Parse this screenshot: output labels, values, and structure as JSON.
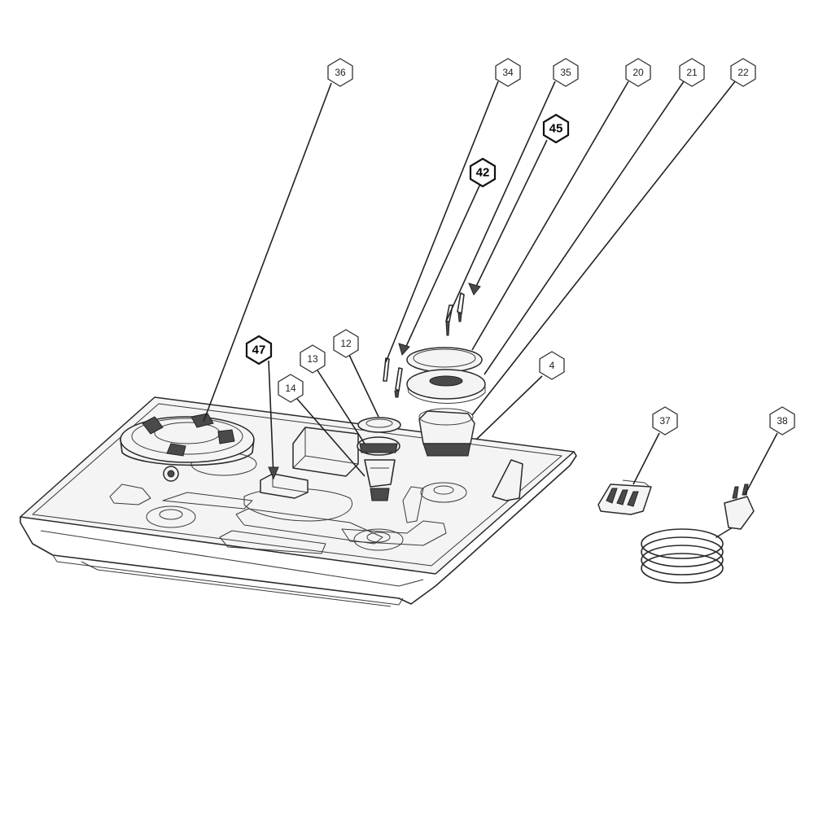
{
  "diagram": {
    "type": "exploded-parts-view",
    "callouts": [
      {
        "id": "c36",
        "label": "36",
        "style": "regular"
      },
      {
        "id": "c34",
        "label": "34",
        "style": "regular"
      },
      {
        "id": "c35",
        "label": "35",
        "style": "regular"
      },
      {
        "id": "c20",
        "label": "20",
        "style": "regular"
      },
      {
        "id": "c21",
        "label": "21",
        "style": "regular"
      },
      {
        "id": "c22",
        "label": "22",
        "style": "regular"
      },
      {
        "id": "c45",
        "label": "45",
        "style": "bold"
      },
      {
        "id": "c42",
        "label": "42",
        "style": "bold"
      },
      {
        "id": "c47",
        "label": "47",
        "style": "bold"
      },
      {
        "id": "c12",
        "label": "12",
        "style": "regular"
      },
      {
        "id": "c13",
        "label": "13",
        "style": "regular"
      },
      {
        "id": "c14",
        "label": "14",
        "style": "regular"
      },
      {
        "id": "c4",
        "label": "4",
        "style": "regular"
      },
      {
        "id": "c37",
        "label": "37",
        "style": "regular"
      },
      {
        "id": "c38",
        "label": "38",
        "style": "regular"
      }
    ]
  }
}
